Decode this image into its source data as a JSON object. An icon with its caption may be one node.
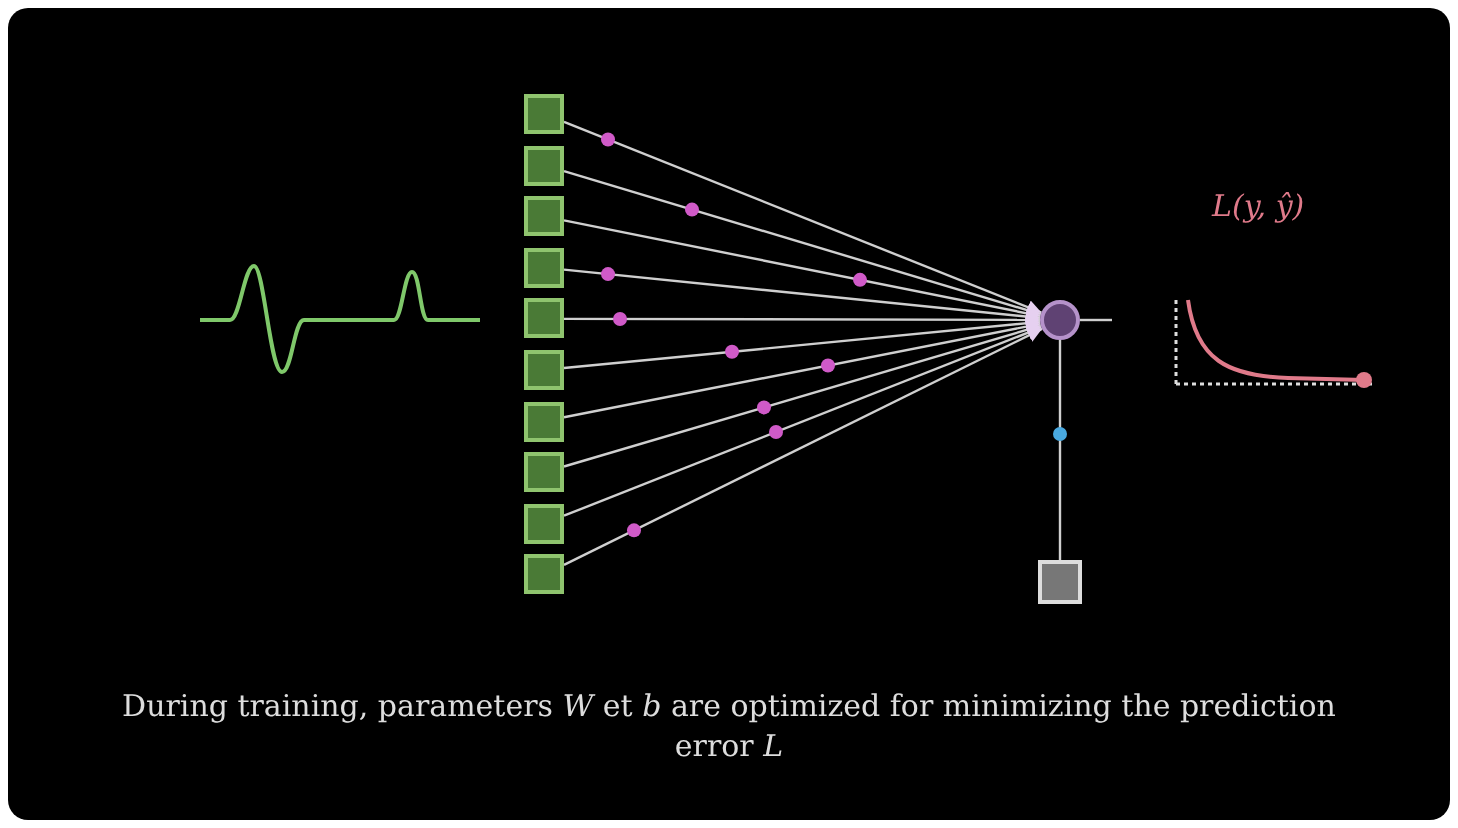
{
  "diagram": {
    "caption": "During training, parameters *W* et *b* are optimized for minimizing the prediction error *L*",
    "nodes": [
      {
        "text": [],
        "shape": "picture"
      },
      {
        "text": [],
        "shape": "box"
      },
      {
        "text": [],
        "shape": "box"
      },
      {
        "text": [],
        "shape": "box"
      },
      {
        "text": [],
        "shape": "box"
      },
      {
        "text": [],
        "shape": "box"
      },
      {
        "text": [],
        "shape": "box"
      },
      {
        "text": [],
        "shape": "box"
      },
      {
        "text": [],
        "shape": "box"
      },
      {
        "text": [],
        "shape": "box"
      },
      {
        "text": [],
        "shape": "box"
      },
      {
        "text": [],
        "shape": "circle"
      },
      {
        "text": [],
        "shape": "box"
      },
      {
        "text": [],
        "shape": "picture"
      }
    ],
    "edges": [
      {
        "from": 1,
        "to": 11,
        "arrow": "to"
      },
      {
        "from": 2,
        "to": 11,
        "arrow": "to"
      },
      {
        "from": 3,
        "to": 11,
        "arrow": "to"
      },
      {
        "from": 4,
        "to": 11,
        "arrow": "to"
      },
      {
        "from": 5,
        "to": 11,
        "arrow": "to"
      },
      {
        "from": 6,
        "to": 11,
        "arrow": "to"
      },
      {
        "from": 7,
        "to": 11,
        "arrow": "to"
      },
      {
        "from": 8,
        "to": 11,
        "arrow": "to"
      },
      {
        "from": 9,
        "to": 11,
        "arrow": "to"
      },
      {
        "from": 10,
        "to": 11,
        "arrow": "to"
      },
      {
        "from": 12,
        "to": 11,
        "arrow": "none"
      },
      {
        "from": 11,
        "to": null,
        "arrow": "none"
      }
    ],
    "labels": [
      "L(y, ŷ)"
    ]
  }
}
